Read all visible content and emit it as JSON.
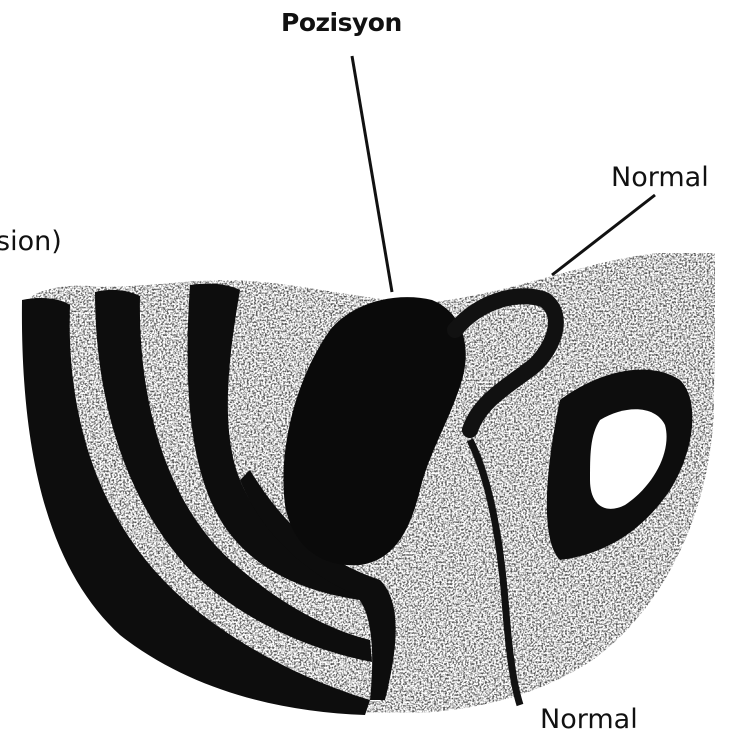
{
  "diagram": {
    "title": "Pozisyon",
    "labels": {
      "normal_top": "Normal",
      "partial_left": "sion)",
      "normal_bottom": "Normal"
    },
    "colors": {
      "ink": "#111111",
      "background": "#ffffff",
      "tissue_speckle": "#1a1a1a"
    }
  }
}
